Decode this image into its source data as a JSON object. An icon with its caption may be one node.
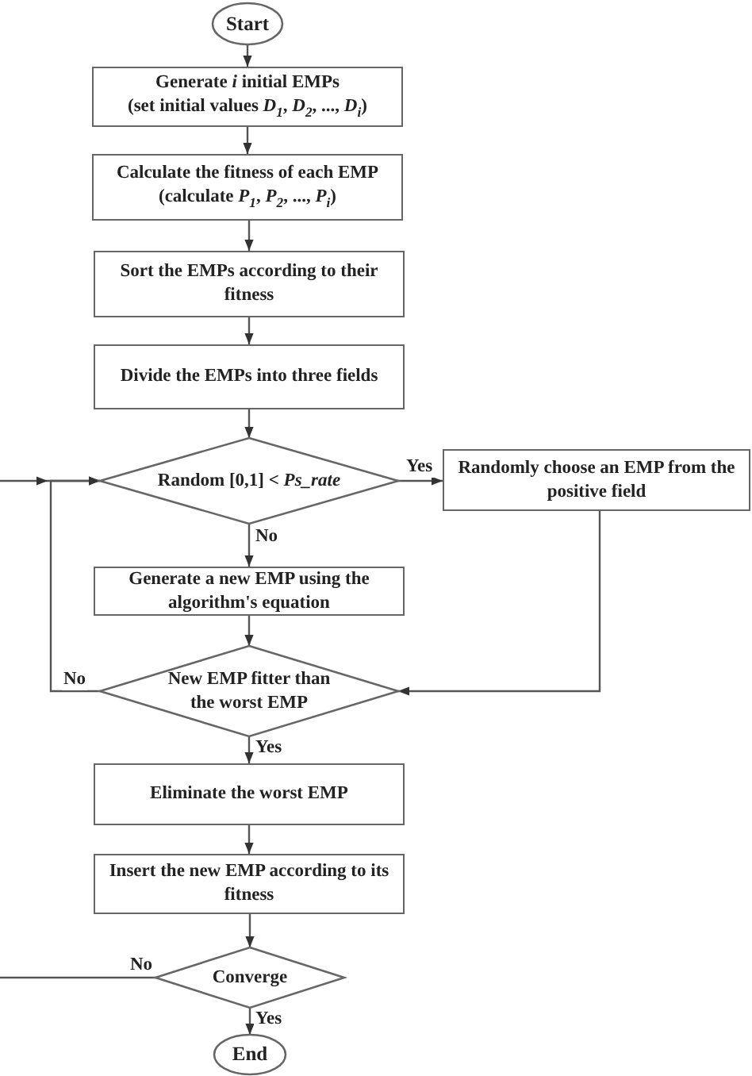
{
  "diagram": {
    "nodes": [
      {
        "text": [
          "Start"
        ]
      },
      {
        "text": [
          "Generate *i* initial EMPs",
          "(set initial values *D*$_{1}$, *D*$_{2}$, ..., *D*$_{i}$)"
        ]
      },
      {
        "text": [
          "Calculate the fitness of each EMP",
          "(calculate *P*$_{1}$, *P*$_{2}$, ..., *P*$_{i}$)"
        ]
      },
      {
        "text": [
          "Sort the EMPs according to their fitness"
        ]
      },
      {
        "text": [
          "Divide the EMPs into three fields"
        ]
      },
      {
        "text": [
          "Random [0,1] < *Ps_rate*"
        ]
      },
      {
        "text": [
          "Randomly choose an EMP from the positive field"
        ]
      },
      {
        "text": [
          "Generate a new EMP using the algorithm's equation"
        ]
      },
      {
        "text": [
          "New EMP fitter than the worst EMP"
        ]
      },
      {
        "text": [
          "Eliminate the worst EMP"
        ]
      },
      {
        "text": [
          "Insert the new EMP according to its fitness"
        ]
      },
      {
        "text": [
          "Converge"
        ]
      },
      {
        "text": [
          "End"
        ]
      }
    ],
    "edges": [
      {
        "from": 0,
        "to": 1,
        "arrow": "to"
      },
      {
        "from": 1,
        "to": 2,
        "arrow": "to"
      },
      {
        "from": 2,
        "to": 3,
        "arrow": "to"
      },
      {
        "from": 3,
        "to": 4,
        "arrow": "to"
      },
      {
        "from": 4,
        "to": 5,
        "arrow": "to"
      },
      {
        "from": 5,
        "to": 6,
        "arrow": "to",
        "label": "Yes"
      },
      {
        "from": 5,
        "to": 7,
        "arrow": "to",
        "label": "No"
      },
      {
        "from": 6,
        "to": 8,
        "arrow": "to"
      },
      {
        "from": 7,
        "to": 8,
        "arrow": "to"
      },
      {
        "from": 8,
        "to": 5,
        "arrow": "to",
        "label": "No"
      },
      {
        "from": null,
        "to": 5,
        "arrow": "to"
      },
      {
        "from": 8,
        "to": 9,
        "arrow": "to",
        "label": "Yes"
      },
      {
        "from": 9,
        "to": 10,
        "arrow": "to"
      },
      {
        "from": 10,
        "to": 11,
        "arrow": "to"
      },
      {
        "from": 11,
        "to": null,
        "arrow": "none",
        "label": "No"
      },
      {
        "from": 11,
        "to": 12,
        "arrow": "to",
        "label": "Yes"
      }
    ]
  }
}
